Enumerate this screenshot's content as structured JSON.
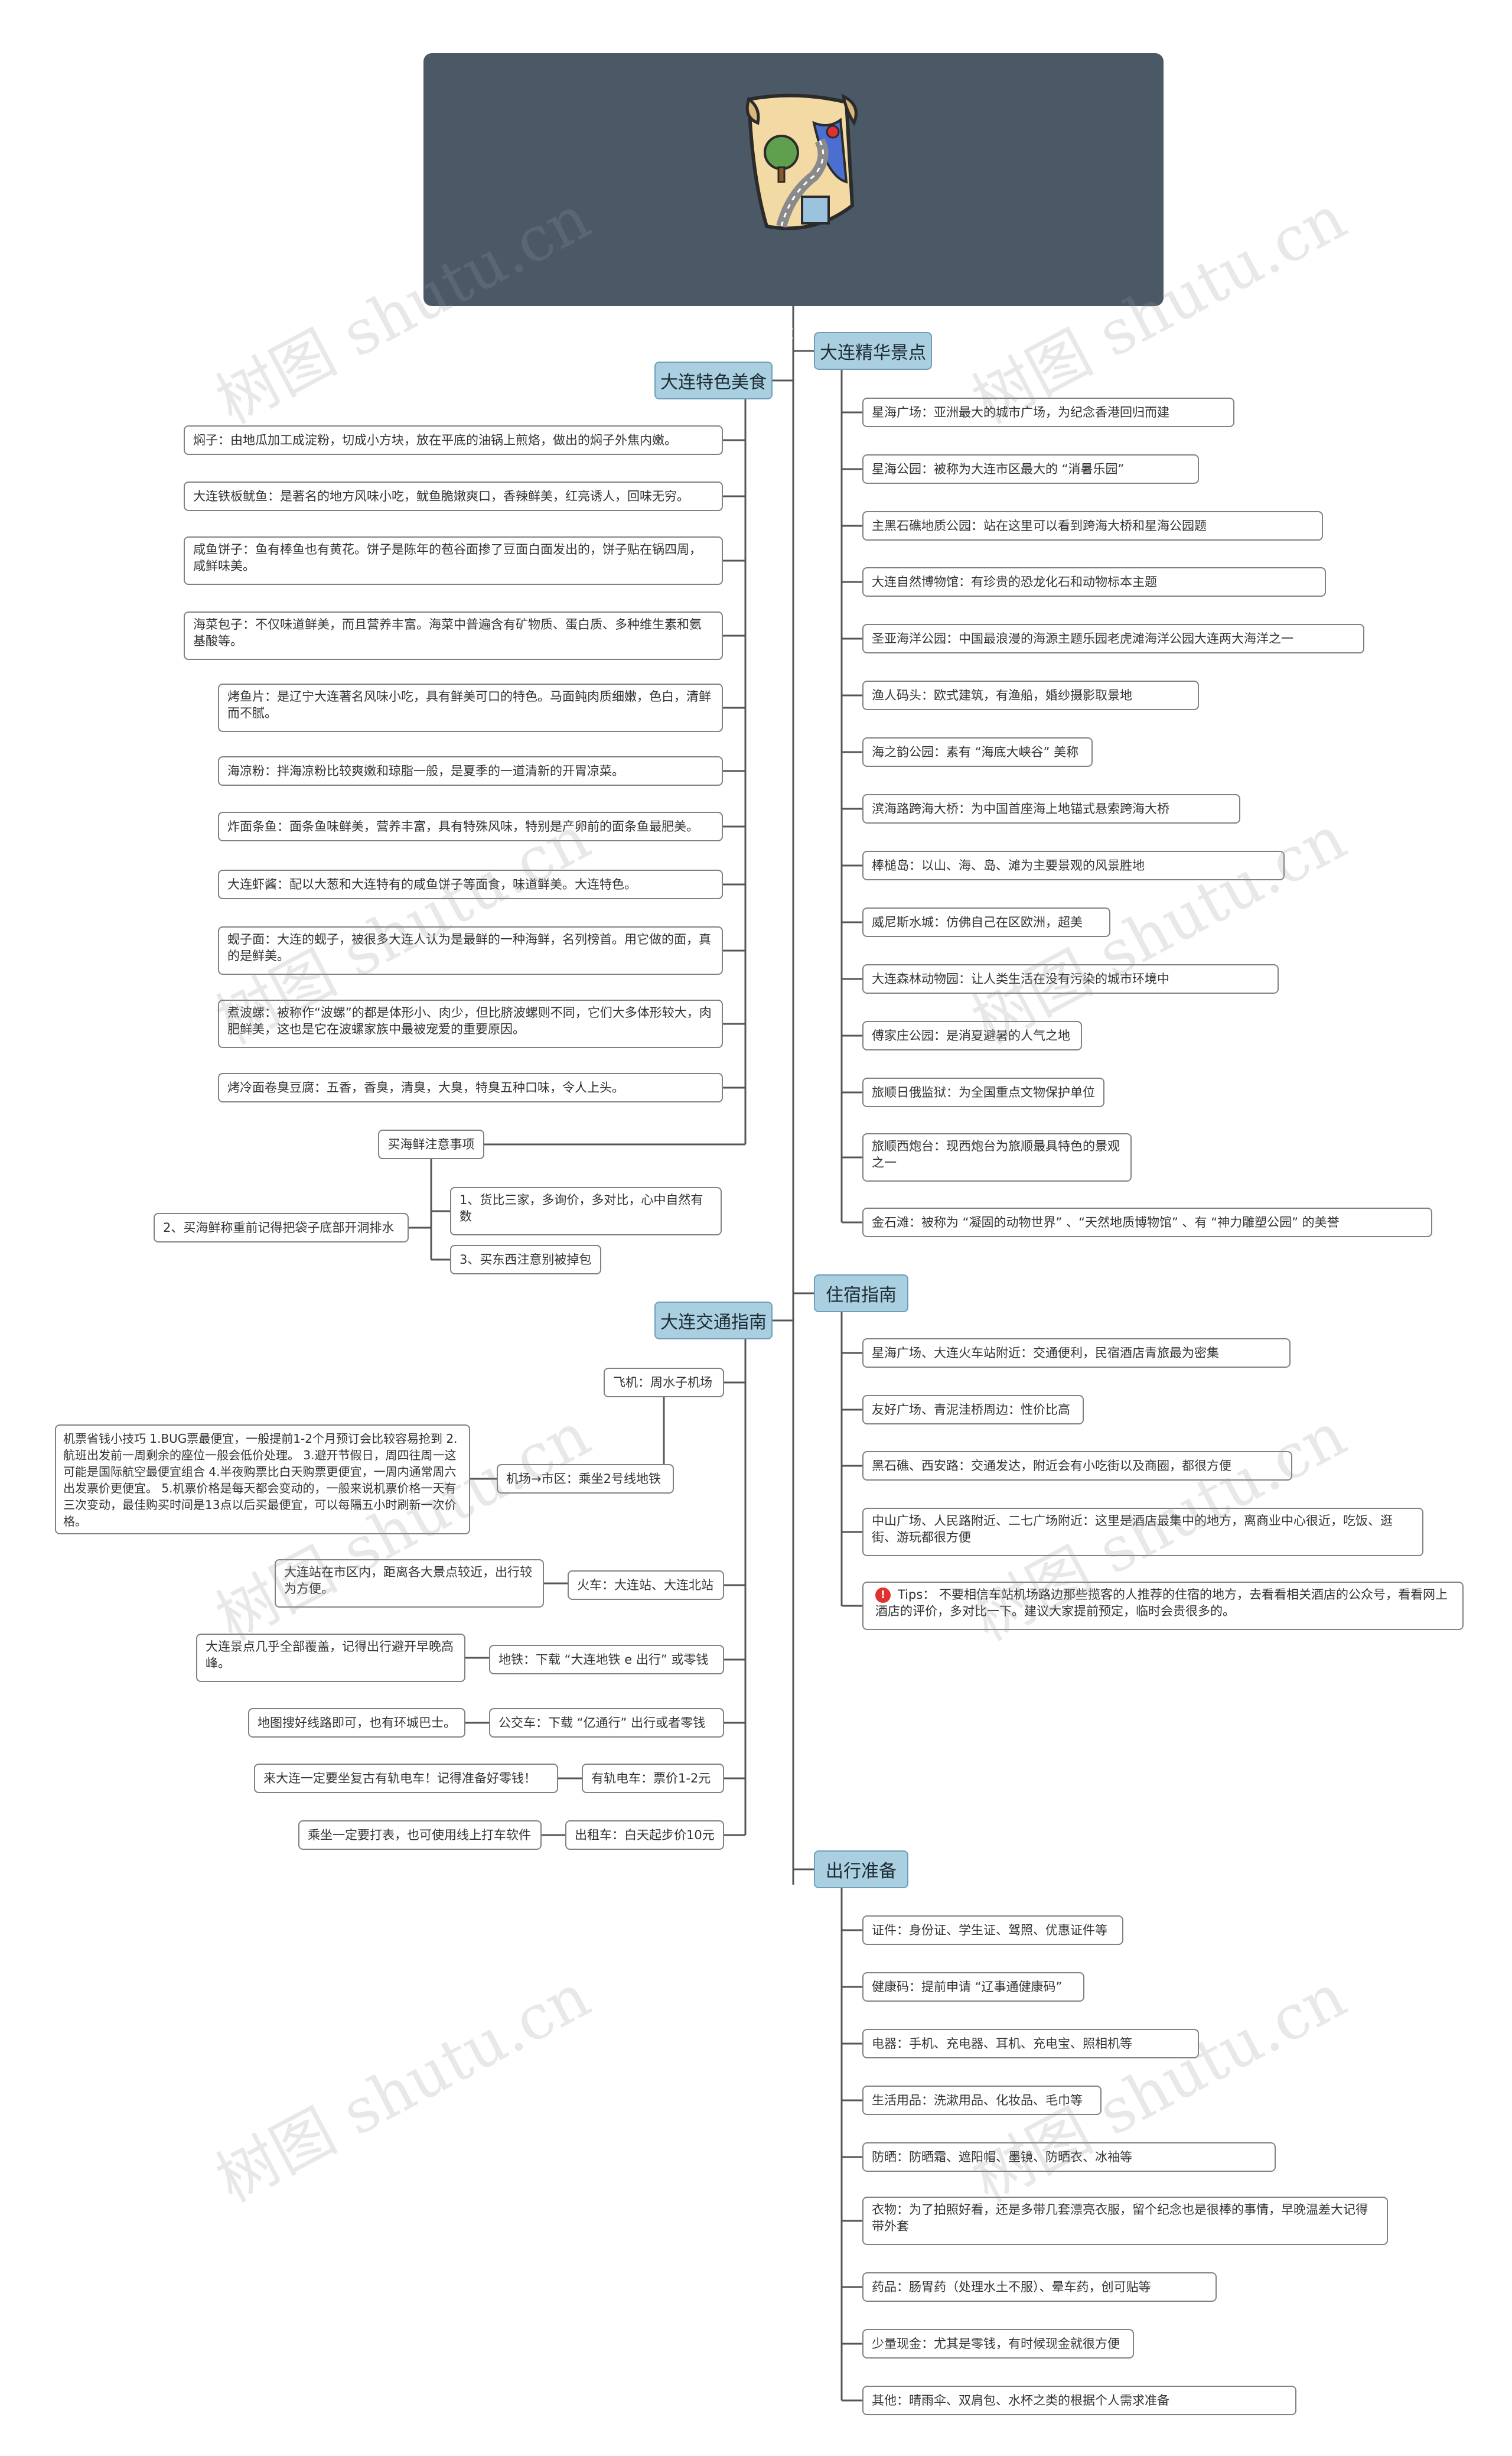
{
  "title": "大连旅游必备攻略",
  "watermark": "树图 shutu.cn",
  "colors": {
    "root_bg": "#4b5966",
    "topic_bg": "#a9cfe0",
    "topic_border": "#6f9fb8",
    "line": "#555555"
  },
  "sections": {
    "food": {
      "label": "大连特色美食",
      "items": [
        "焖子：由地瓜加工成淀粉，切成小方块，放在平底的油锅上煎烙，做出的焖子外焦内嫩。",
        "大连铁板鱿鱼：是著名的地方风味小吃，鱿鱼脆嫩爽口，香辣鲜美，红亮诱人，回味无穷。",
        "咸鱼饼子：鱼有棒鱼也有黄花。饼子是陈年的苞谷面掺了豆面白面发出的，饼子贴在锅四周，咸鲜味美。",
        "海菜包子：不仅味道鲜美，而且营养丰富。海菜中普遍含有矿物质、蛋白质、多种维生素和氨基酸等。",
        "烤鱼片：是辽宁大连著名风味小吃，具有鲜美可口的特色。马面鲀肉质细嫩，色白，清鲜而不腻。",
        "海凉粉：拌海凉粉比较爽嫩和琼脂一般，是夏季的一道清新的开胃凉菜。",
        "炸面条鱼：面条鱼味鲜美，营养丰富，具有特殊风味，特别是产卵前的面条鱼最肥美。",
        "大连虾酱：配以大葱和大连特有的咸鱼饼子等面食，味道鲜美。大连特色。",
        "蚬子面：大连的蚬子，被很多大连人认为是最鲜的一种海鲜，名列榜首。用它做的面，真的是鲜美。",
        "煮波螺：被称作“波螺”的都是体形小、肉少，但比脐波螺则不同，它们大多体形较大，肉肥鲜美，这也是它在波螺家族中最被宠爱的重要原因。",
        "烤冷面卷臭豆腐：五香，香臭，清臭，大臭，特臭五种口味，令人上头。"
      ],
      "seafood": {
        "label": "买海鲜注意事项",
        "tips": [
          "1、货比三家，多询价，多对比，心中自然有数",
          "2、买海鲜称重前记得把袋子底部开洞排水",
          "3、买东西注意别被掉包"
        ]
      }
    },
    "spots": {
      "label": "大连精华景点",
      "items": [
        "星海广场：亚洲最大的城市广场，为纪念香港回归而建",
        "星海公园：被称为大连市区最大的 “消暑乐园”",
        "主黑石礁地质公园：站在这里可以看到跨海大桥和星海公园题",
        "大连自然博物馆：有珍贵的恐龙化石和动物标本主题",
        "圣亚海洋公园：中国最浪漫的海源主题乐园老虎滩海洋公园大连两大海洋之一",
        "渔人码头：欧式建筑，有渔船，婚纱摄影取景地",
        "海之韵公园：素有 “海底大峡谷” 美称",
        "滨海路跨海大桥：为中国首座海上地锚式悬索跨海大桥",
        "棒槌岛：以山、海、岛、滩为主要景观的风景胜地",
        "威尼斯水城：仿佛自己在区欧洲，超美",
        "大连森林动物园：让人类生活在没有污染的城市环境中",
        "傅家庄公园：是消夏避暑的人气之地",
        "旅顺日俄监狱：为全国重点文物保护单位",
        "旅顺西炮台：现西炮台为旅顺最具特色的景观之一",
        "金石滩：被称为 “凝固的动物世界” 、“天然地质博物馆” 、有 “神力雕塑公园” 的美誉"
      ]
    },
    "lodging": {
      "label": "住宿指南",
      "items": [
        "星海广场、大连火车站附近：交通便利，民宿酒店青旅最为密集",
        "友好广场、青泥洼桥周边：性价比高",
        "黑石礁、西安路：交通发达，附近会有小吃街以及商圈，都很方便",
        "中山广场、人民路附近、二七广场附近：这里是酒店最集中的地方，离商业中心很近，吃饭、逛街、游玩都很方便"
      ],
      "tip": "Tips：  不要相信车站机场路边那些揽客的人推荐的住宿的地方，去看看相关酒店的公众号，看看网上酒店的评价，多对比一下。建议大家提前预定，临时会贵很多的。"
    },
    "transport": {
      "label": "大连交通指南",
      "plane": {
        "label": "飞机：周水子机场",
        "airport_label": "机场→市区：乘坐2号线地铁",
        "note": "机票省钱小技巧 1.BUG票最便宜，一般提前1-2个月预订会比较容易抢到 2.航班出发前一周剩余的座位一般会低价处理。 3.避开节假日，周四往周一这可能是国际航空最便宜组合 4.半夜购票比白天购票更便宜，一周内通常周六出发票价更便宜。 5.机票价格是每天都会变动的，一般来说机票价格一天有三次变动，最佳购买时间是13点以后买最便宜，可以每隔五小时刷新一次价格。"
      },
      "modes": [
        {
          "label": "火车：大连站、大连北站",
          "note": "大连站在市区内，距离各大景点较近，出行较为方便。"
        },
        {
          "label": "地铁：下载 “大连地铁 e 出行” 或零钱",
          "note": "大连景点几乎全部覆盖，记得出行避开早晚高峰。"
        },
        {
          "label": "公交车：下载 “亿通行” 出行或者零钱",
          "note": "地图搜好线路即可，也有环城巴士。"
        },
        {
          "label": "有轨电车：票价1-2元",
          "note": "来大连一定要坐复古有轨电车！记得准备好零钱！"
        },
        {
          "label": "出租车：白天起步价10元",
          "note": "乘坐一定要打表，也可使用线上打车软件"
        }
      ]
    },
    "prep": {
      "label": "出行准备",
      "items": [
        "证件：身份证、学生证、驾照、优惠证件等",
        "健康码：提前申请 “辽事通健康码”",
        "电器：手机、充电器、耳机、充电宝、照相机等",
        "生活用品：洗漱用品、化妆品、毛巾等",
        "防晒：防晒霜、遮阳帽、墨镜、防晒衣、冰袖等",
        "衣物：为了拍照好看，还是多带几套漂亮衣服，留个纪念也是很棒的事情，早晚温差大记得带外套",
        "药品：肠胃药（处理水土不服）、晕车药，创可贴等",
        "少量现金：尤其是零钱，有时候现金就很方便",
        "其他：晴雨伞、双肩包、水杯之类的根据个人需求准备"
      ]
    }
  }
}
